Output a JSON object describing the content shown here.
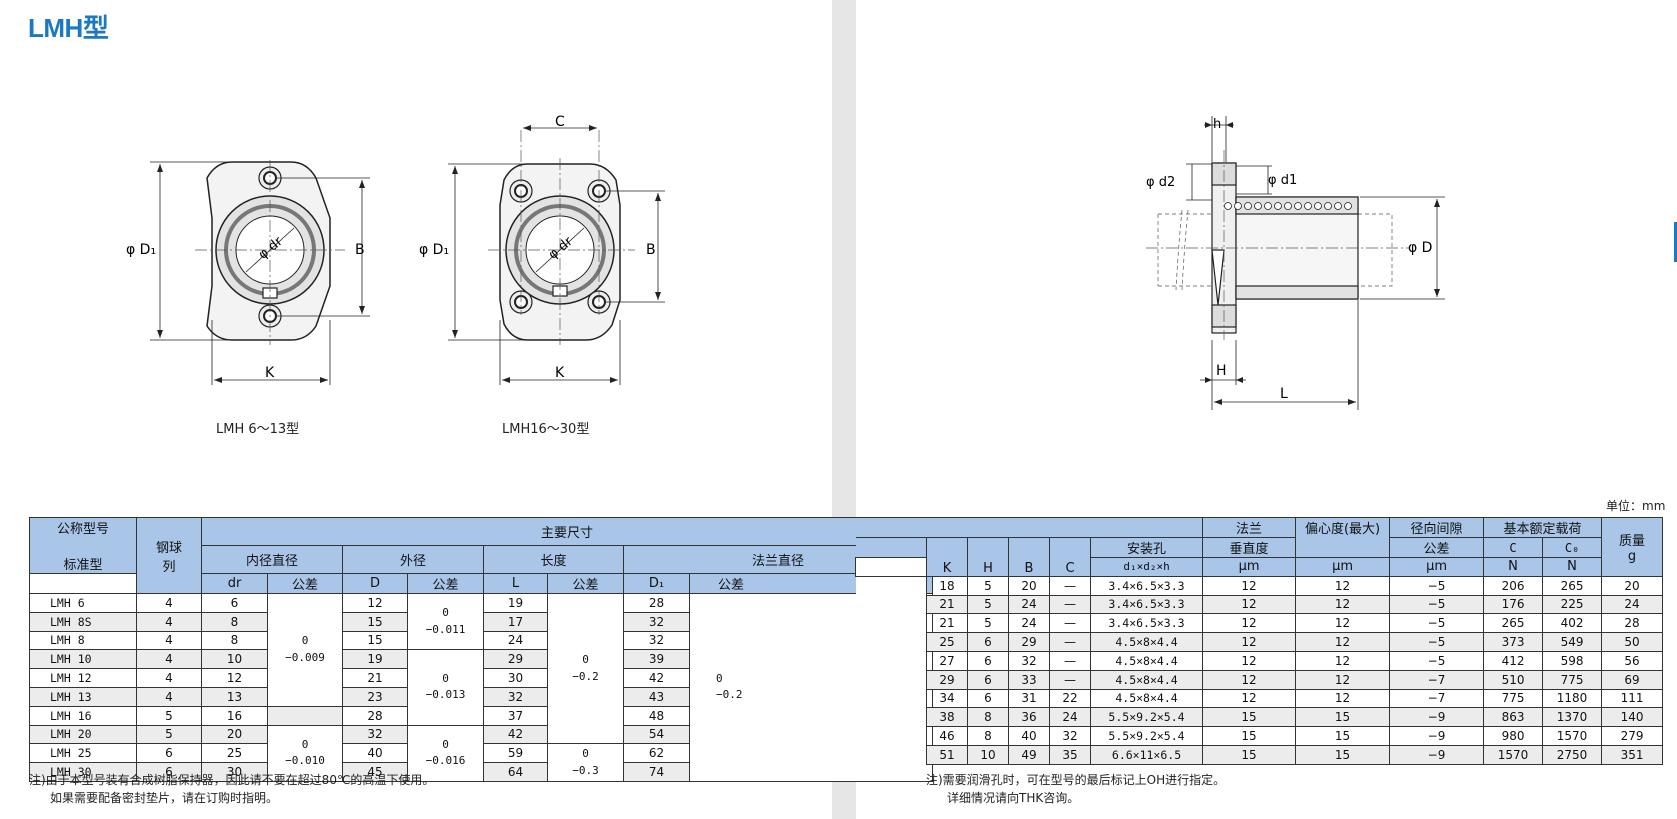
{
  "page": {
    "title": "LMH型"
  },
  "figures": {
    "left": {
      "caption": "LMH 6～13型",
      "labels": {
        "d1": "φ D₁",
        "dr": "φ dr",
        "b": "B",
        "k": "K"
      }
    },
    "middle": {
      "caption": "LMH16～30型",
      "labels": {
        "c": "C",
        "d1": "φ D₁",
        "dr": "φ dr",
        "b": "B",
        "k": "K"
      }
    },
    "side": {
      "labels": {
        "h": "h",
        "d2": "φ d2",
        "d1": "φ d1",
        "d": "φ D",
        "H": "H",
        "l": "L"
      }
    }
  },
  "unit_label": "单位：mm",
  "table": {
    "headers": {
      "model": "公称型号",
      "std": "标准型",
      "balls": "钢球",
      "rows": "列",
      "main": "主要尺寸",
      "inner": "内径直径",
      "outer": "外径",
      "length": "长度",
      "flange": "法兰直径",
      "dr": "dr",
      "tol": "公差",
      "D": "D",
      "L": "L",
      "D1": "D₁",
      "mount": "安装孔",
      "K": "K",
      "H": "H",
      "B": "B",
      "C": "C",
      "mount_sub": "d₁×d₂×h",
      "perp_top": "法兰",
      "perp_bot": "垂直度",
      "ecc": "偏心度(最大)",
      "clear_top": "径向间隙",
      "clear_bot": "公差",
      "load": "基本额定载荷",
      "load_c": "C",
      "load_c0": "C₀",
      "mass": "质量",
      "u_um": "μm",
      "u_N": "N",
      "u_g": "g"
    },
    "tolerances": {
      "dr_a": [
        "0",
        "−0.009"
      ],
      "dr_b": [
        "0",
        "−0.010"
      ],
      "D_a": [
        "0",
        "−0.011"
      ],
      "D_b": [
        "0",
        "−0.013"
      ],
      "D_c": [
        "0",
        "−0.016"
      ],
      "L_a": [
        "0",
        "−0.2"
      ],
      "L_b": [
        "0",
        "−0.3"
      ],
      "D1_a": [
        "0",
        "−0.2"
      ]
    },
    "rows": [
      {
        "model": "LMH  6",
        "balls": "4",
        "dr": "6",
        "D": "12",
        "L": "19",
        "D1": "28",
        "K": "18",
        "H": "5",
        "B": "20",
        "C": "—",
        "mount": "3.4×6.5×3.3",
        "perp": "12",
        "ecc": "12",
        "clear": "−5",
        "c": "206",
        "c0": "265",
        "mass": "20"
      },
      {
        "model": "LMH  8S",
        "balls": "4",
        "dr": "8",
        "D": "15",
        "L": "17",
        "D1": "32",
        "K": "21",
        "H": "5",
        "B": "24",
        "C": "—",
        "mount": "3.4×6.5×3.3",
        "perp": "12",
        "ecc": "12",
        "clear": "−5",
        "c": "176",
        "c0": "225",
        "mass": "24"
      },
      {
        "model": "LMH  8",
        "balls": "4",
        "dr": "8",
        "D": "15",
        "L": "24",
        "D1": "32",
        "K": "21",
        "H": "5",
        "B": "24",
        "C": "—",
        "mount": "3.4×6.5×3.3",
        "perp": "12",
        "ecc": "12",
        "clear": "−5",
        "c": "265",
        "c0": "402",
        "mass": "28"
      },
      {
        "model": "LMH  10",
        "balls": "4",
        "dr": "10",
        "D": "19",
        "L": "29",
        "D1": "39",
        "K": "25",
        "H": "6",
        "B": "29",
        "C": "—",
        "mount": "4.5×8×4.4",
        "perp": "12",
        "ecc": "12",
        "clear": "−5",
        "c": "373",
        "c0": "549",
        "mass": "50"
      },
      {
        "model": "LMH  12",
        "balls": "4",
        "dr": "12",
        "D": "21",
        "L": "30",
        "D1": "42",
        "K": "27",
        "H": "6",
        "B": "32",
        "C": "—",
        "mount": "4.5×8×4.4",
        "perp": "12",
        "ecc": "12",
        "clear": "−5",
        "c": "412",
        "c0": "598",
        "mass": "56"
      },
      {
        "model": "LMH  13",
        "balls": "4",
        "dr": "13",
        "D": "23",
        "L": "32",
        "D1": "43",
        "K": "29",
        "H": "6",
        "B": "33",
        "C": "—",
        "mount": "4.5×8×4.4",
        "perp": "12",
        "ecc": "12",
        "clear": "−7",
        "c": "510",
        "c0": "775",
        "mass": "69"
      },
      {
        "model": "LMH  16",
        "balls": "5",
        "dr": "16",
        "D": "28",
        "L": "37",
        "D1": "48",
        "K": "34",
        "H": "6",
        "B": "31",
        "C": "22",
        "mount": "4.5×8×4.4",
        "perp": "12",
        "ecc": "12",
        "clear": "−7",
        "c": "775",
        "c0": "1180",
        "mass": "111"
      },
      {
        "model": "LMH  20",
        "balls": "5",
        "dr": "20",
        "D": "32",
        "L": "42",
        "D1": "54",
        "K": "38",
        "H": "8",
        "B": "36",
        "C": "24",
        "mount": "5.5×9.2×5.4",
        "perp": "15",
        "ecc": "15",
        "clear": "−9",
        "c": "863",
        "c0": "1370",
        "mass": "140"
      },
      {
        "model": "LMH  25",
        "balls": "6",
        "dr": "25",
        "D": "40",
        "L": "59",
        "D1": "62",
        "K": "46",
        "H": "8",
        "B": "40",
        "C": "32",
        "mount": "5.5×9.2×5.4",
        "perp": "15",
        "ecc": "15",
        "clear": "−9",
        "c": "980",
        "c0": "1570",
        "mass": "279"
      },
      {
        "model": "LMH  30",
        "balls": "6",
        "dr": "30",
        "D": "45",
        "L": "64",
        "D1": "74",
        "K": "51",
        "H": "10",
        "B": "49",
        "C": "35",
        "mount": "6.6×11×6.5",
        "perp": "15",
        "ecc": "15",
        "clear": "−9",
        "c": "1570",
        "c0": "2750",
        "mass": "351"
      }
    ]
  },
  "notes": {
    "left_1": "注)由于本型号装有合成树脂保持器，因此请不要在超过80℃的高温下使用。",
    "left_2": "如果需要配备密封垫片，请在订购时指明。",
    "right_1": "注)需要润滑孔时，可在型号的最后标记上OH进行指定。",
    "right_2": "详细情况请向THK咨询。"
  }
}
